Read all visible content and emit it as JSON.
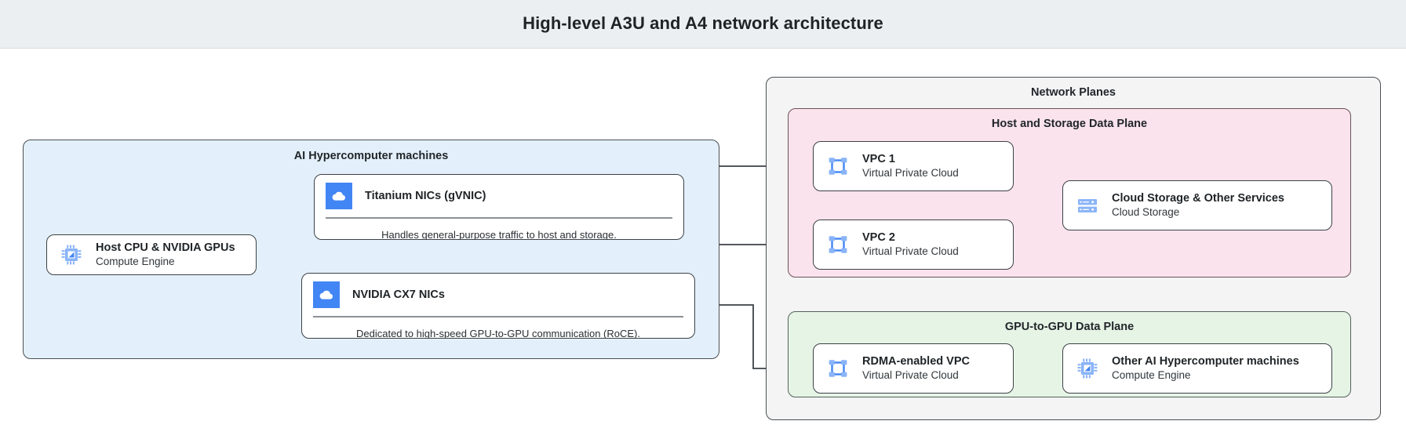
{
  "header": {
    "title": "High-level A3U and A4 network architecture"
  },
  "colors": {
    "header_band": "#eceff1",
    "machines_panel": "#e3f0fb",
    "network_planes_panel": "#f4f4f4",
    "host_storage_plane": "#fae3ec",
    "gpu_plane": "#e6f4e6",
    "icon_blue": "#4285f4",
    "icon_light_blue": "#8ab4f8",
    "stroke": "#3c4146"
  },
  "machines_panel": {
    "title": "AI Hypercomputer machines",
    "host_node": {
      "title": "Host CPU & NVIDIA GPUs",
      "subtitle": "Compute Engine",
      "icon": "cpu-chip-icon"
    },
    "cards": [
      {
        "title": "Titanium NICs (gVNIC)",
        "caption": "Handles general-purpose traffic to host and storage.",
        "icon": "cloud-icon"
      },
      {
        "title": "NVIDIA CX7 NICs",
        "caption": "Dedicated to high-speed GPU-to-GPU communication (RoCE).",
        "icon": "cloud-icon"
      }
    ]
  },
  "network_planes": {
    "title": "Network Planes",
    "host_storage_plane": {
      "title": "Host and Storage Data Plane",
      "nodes": [
        {
          "title": "VPC 1",
          "subtitle": "Virtual Private Cloud",
          "icon": "vpc-icon"
        },
        {
          "title": "VPC 2",
          "subtitle": "Virtual Private Cloud",
          "icon": "vpc-icon"
        },
        {
          "title": "Cloud Storage & Other Services",
          "subtitle": "Cloud Storage",
          "icon": "storage-icon"
        }
      ]
    },
    "gpu_plane": {
      "title": "GPU-to-GPU Data Plane",
      "nodes": [
        {
          "title": "RDMA-enabled VPC",
          "subtitle": "Virtual Private Cloud",
          "icon": "vpc-icon"
        },
        {
          "title": "Other AI Hypercomputer machines",
          "subtitle": "Compute Engine",
          "icon": "cpu-chip-icon"
        }
      ]
    }
  }
}
